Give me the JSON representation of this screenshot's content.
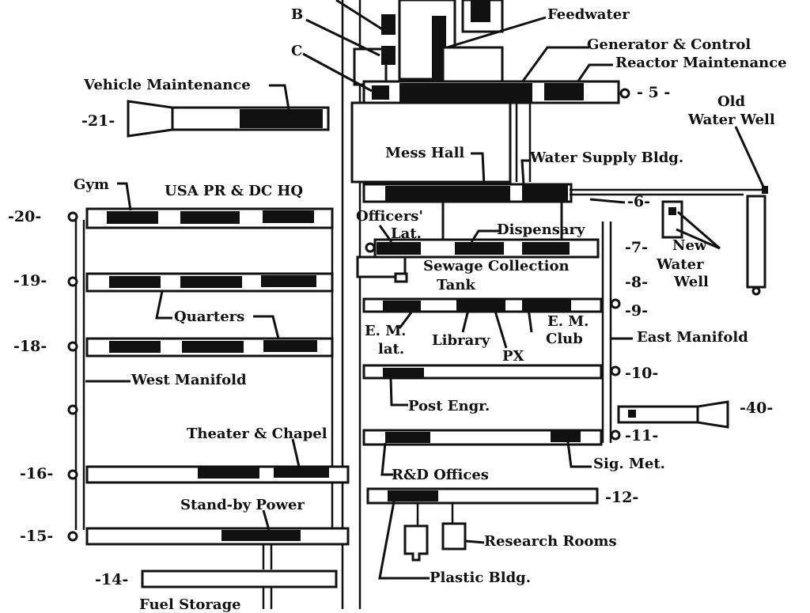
{
  "labels": {
    "feedwater": "Feedwater",
    "generator_control": "Generator & Control",
    "reactor_maintenance": "Reactor Maintenance",
    "vehicle_maintenance": "Vehicle Maintenance",
    "old_water_well_1": "Old",
    "old_water_well_2": "Water Well",
    "mess_hall": "Mess Hall",
    "water_supply_bldg": "Water Supply Bldg.",
    "gym": "Gym",
    "usa_pr_dc_hq": "USA PR & DC HQ",
    "officers_lat_1": "Officers'",
    "officers_lat_2": "Lat.",
    "dispensary": "Dispensary",
    "new_water_well_1": "New",
    "new_water_well_2": "Water",
    "new_water_well_3": "Well",
    "sewage_1": "Sewage Collection",
    "sewage_2": "Tank",
    "quarters": "Quarters",
    "em_lat_1": "E. M.",
    "em_lat_2": "lat.",
    "library": "Library",
    "px": "PX",
    "em_club_1": "E. M.",
    "em_club_2": "Club",
    "east_manifold": "East Manifold",
    "west_manifold": "West Manifold",
    "post_engr": "Post Engr.",
    "theater_chapel": "Theater & Chapel",
    "rd_offices": "R&D Offices",
    "sig_met": "Sig. Met.",
    "standby_power": "Stand-by Power",
    "research_rooms": "Research Rooms",
    "plastic_bldg": "Plastic Bldg.",
    "fuel_storage": "Fuel Storage",
    "letter_b": "B",
    "letter_c": "C"
  },
  "tunnel_numbers": {
    "n5": "- 5 -",
    "n21": "-21-",
    "n6": "-6-",
    "n20": "-20-",
    "n7": "-7-",
    "n19": "-19-",
    "n8": "-8-",
    "n9": "-9-",
    "n18": "-18-",
    "n10": "-10-",
    "n40": "-40-",
    "n11": "-11-",
    "n16": "-16-",
    "n12": "-12-",
    "n15": "-15-",
    "n14": "-14-"
  }
}
